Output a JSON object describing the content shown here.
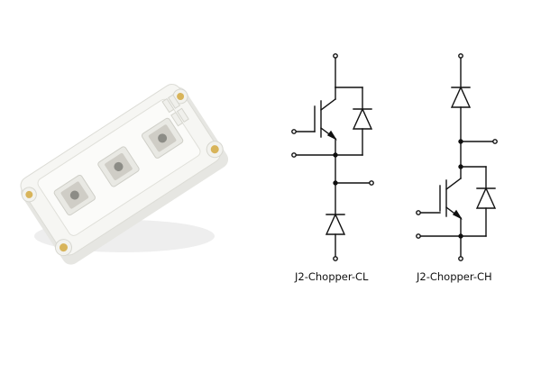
{
  "figure": {
    "product": "igbt-module-photo",
    "product_caption": "",
    "circuits": [
      {
        "id": "cl",
        "label": "J2-Chopper-CL"
      },
      {
        "id": "ch",
        "label": "J2-Chopper-CH"
      }
    ]
  },
  "colors": {
    "wire": "#111111",
    "housing": "#f4f4f1",
    "housing_shadow": "#d9d9d4",
    "terminal": "#c9c7c0",
    "brass": "#d8b45a"
  },
  "icons": [
    "igbt-symbol",
    "diode-symbol",
    "terminal-dot"
  ]
}
